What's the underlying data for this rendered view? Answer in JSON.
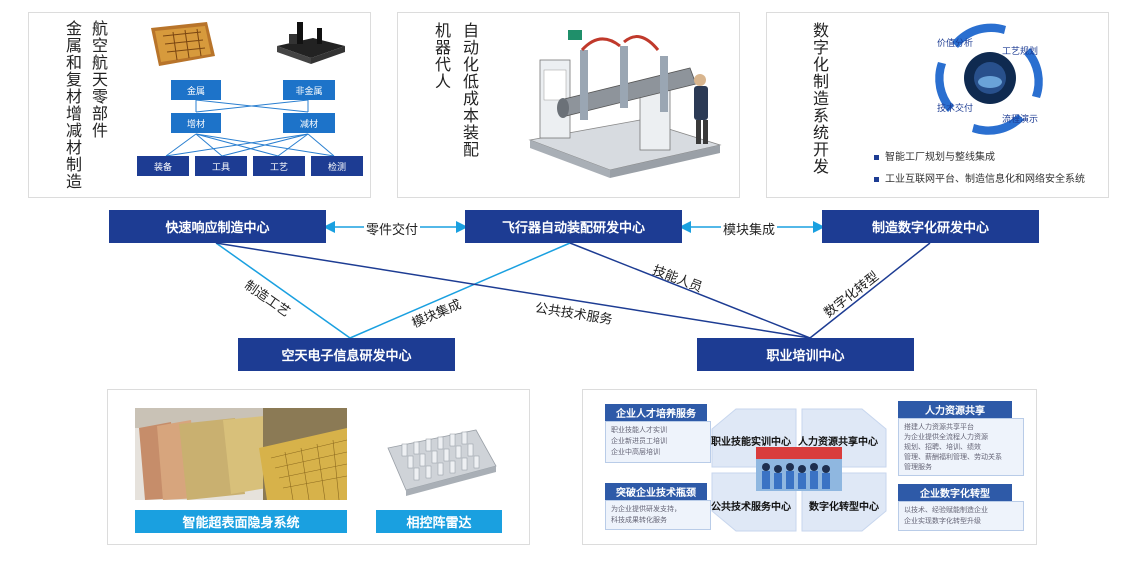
{
  "top_left": {
    "title_col1": "航空航天零部件",
    "title_col2": "金属和复材增减材制造",
    "boxes": {
      "metal": "金属",
      "nonmetal": "非金属",
      "additive": "增材",
      "subtractive": "减材"
    },
    "bottom": [
      "装备",
      "工具",
      "工艺",
      "检测"
    ],
    "icons": {
      "part1": "metal-plate-icon",
      "part2": "fixture-part-icon"
    }
  },
  "top_middle": {
    "title_col1": "自动化低成本装配",
    "title_col2": "机器代人",
    "icons": {
      "machine": "assembly-machine-icon"
    }
  },
  "top_right": {
    "title_col1": "数字化制造系统开发",
    "cycle": [
      "价值分析",
      "工艺规划",
      "流程演示",
      "技术交付"
    ],
    "bullets": [
      "智能工厂规划与整线集成",
      "工业互联网平台、制造信息化和网络安全系统"
    ]
  },
  "centers": {
    "quick": "快速响应制造中心",
    "aircraft": "飞行器自动装配研发中心",
    "digital": "制造数字化研发中心",
    "aerospace": "空天电子信息研发中心",
    "vocational": "职业培训中心"
  },
  "links": {
    "parts": "零件交付",
    "module_top": "模块集成",
    "process": "制造工艺",
    "module_mid": "模块集成",
    "public": "公共技术服务",
    "skill": "技能人员",
    "digitize": "数字化转型"
  },
  "bottom_left": {
    "label1": "智能超表面隐身系统",
    "label2": "相控阵雷达"
  },
  "bottom_right": {
    "svc1_title": "企业人才培养服务",
    "svc1_items": [
      "职业技能人才实训",
      "企业新进员工培训",
      "企业中高层培训"
    ],
    "svc2_title": "突破企业技术瓶颈",
    "svc2_items": [
      "为企业提供研发支持，",
      "科技成果转化服务"
    ],
    "svc3_title": "人力资源共享",
    "svc3_items": [
      "搭建人力资源共享平台",
      "为企业提供全流程人力资源",
      "规划、招聘、培训、绩效",
      "管理、薪酬福利管理、劳动关系",
      "管理服务"
    ],
    "svc4_title": "企业数字化转型",
    "svc4_items": [
      "以技术、经验赋能制造企业",
      "企业实现数字化转型升级"
    ],
    "hex": [
      "职业技能实训中心",
      "人力资源共享中心",
      "公共技术服务中心",
      "数字化转型中心"
    ]
  },
  "colors": {
    "navy": "#1d3c93",
    "cyan": "#1aa0e0",
    "blue": "#1d73c9"
  }
}
